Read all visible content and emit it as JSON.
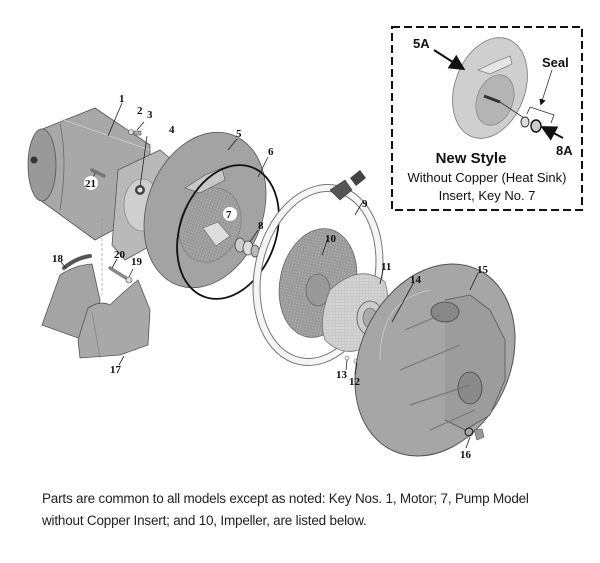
{
  "diagram": {
    "title": "Pump exploded parts diagram",
    "callouts": {
      "k1": "1",
      "k2": "2",
      "k3": "3",
      "k4": "4",
      "k5": "5",
      "k6": "6",
      "k7": "7",
      "k8": "8",
      "k9": "9",
      "k10": "10",
      "k11": "11",
      "k12": "12",
      "k13": "13",
      "k14": "14",
      "k15": "15",
      "k16": "16",
      "k17": "17",
      "k18": "18",
      "k19": "19",
      "k20": "20",
      "k21": "21"
    },
    "inset": {
      "label_5a": "5A",
      "label_seal": "Seal",
      "label_8a": "8A",
      "title": "New Style",
      "subtitle_line1": "Without Copper (Heat Sink)",
      "subtitle_line2": "Insert, Key No. 7"
    },
    "colors": {
      "part_fill": "#a9a9a9",
      "part_light": "#d4d4d4",
      "part_dark": "#8a8a8a",
      "outline": "#555555",
      "ink": "#111111"
    }
  },
  "note": {
    "line1": "Parts are common to all models except as noted: Key Nos. 1, Motor; 7, Pump Model",
    "line2": "without Copper Insert; and 10, Impeller, are listed below."
  }
}
